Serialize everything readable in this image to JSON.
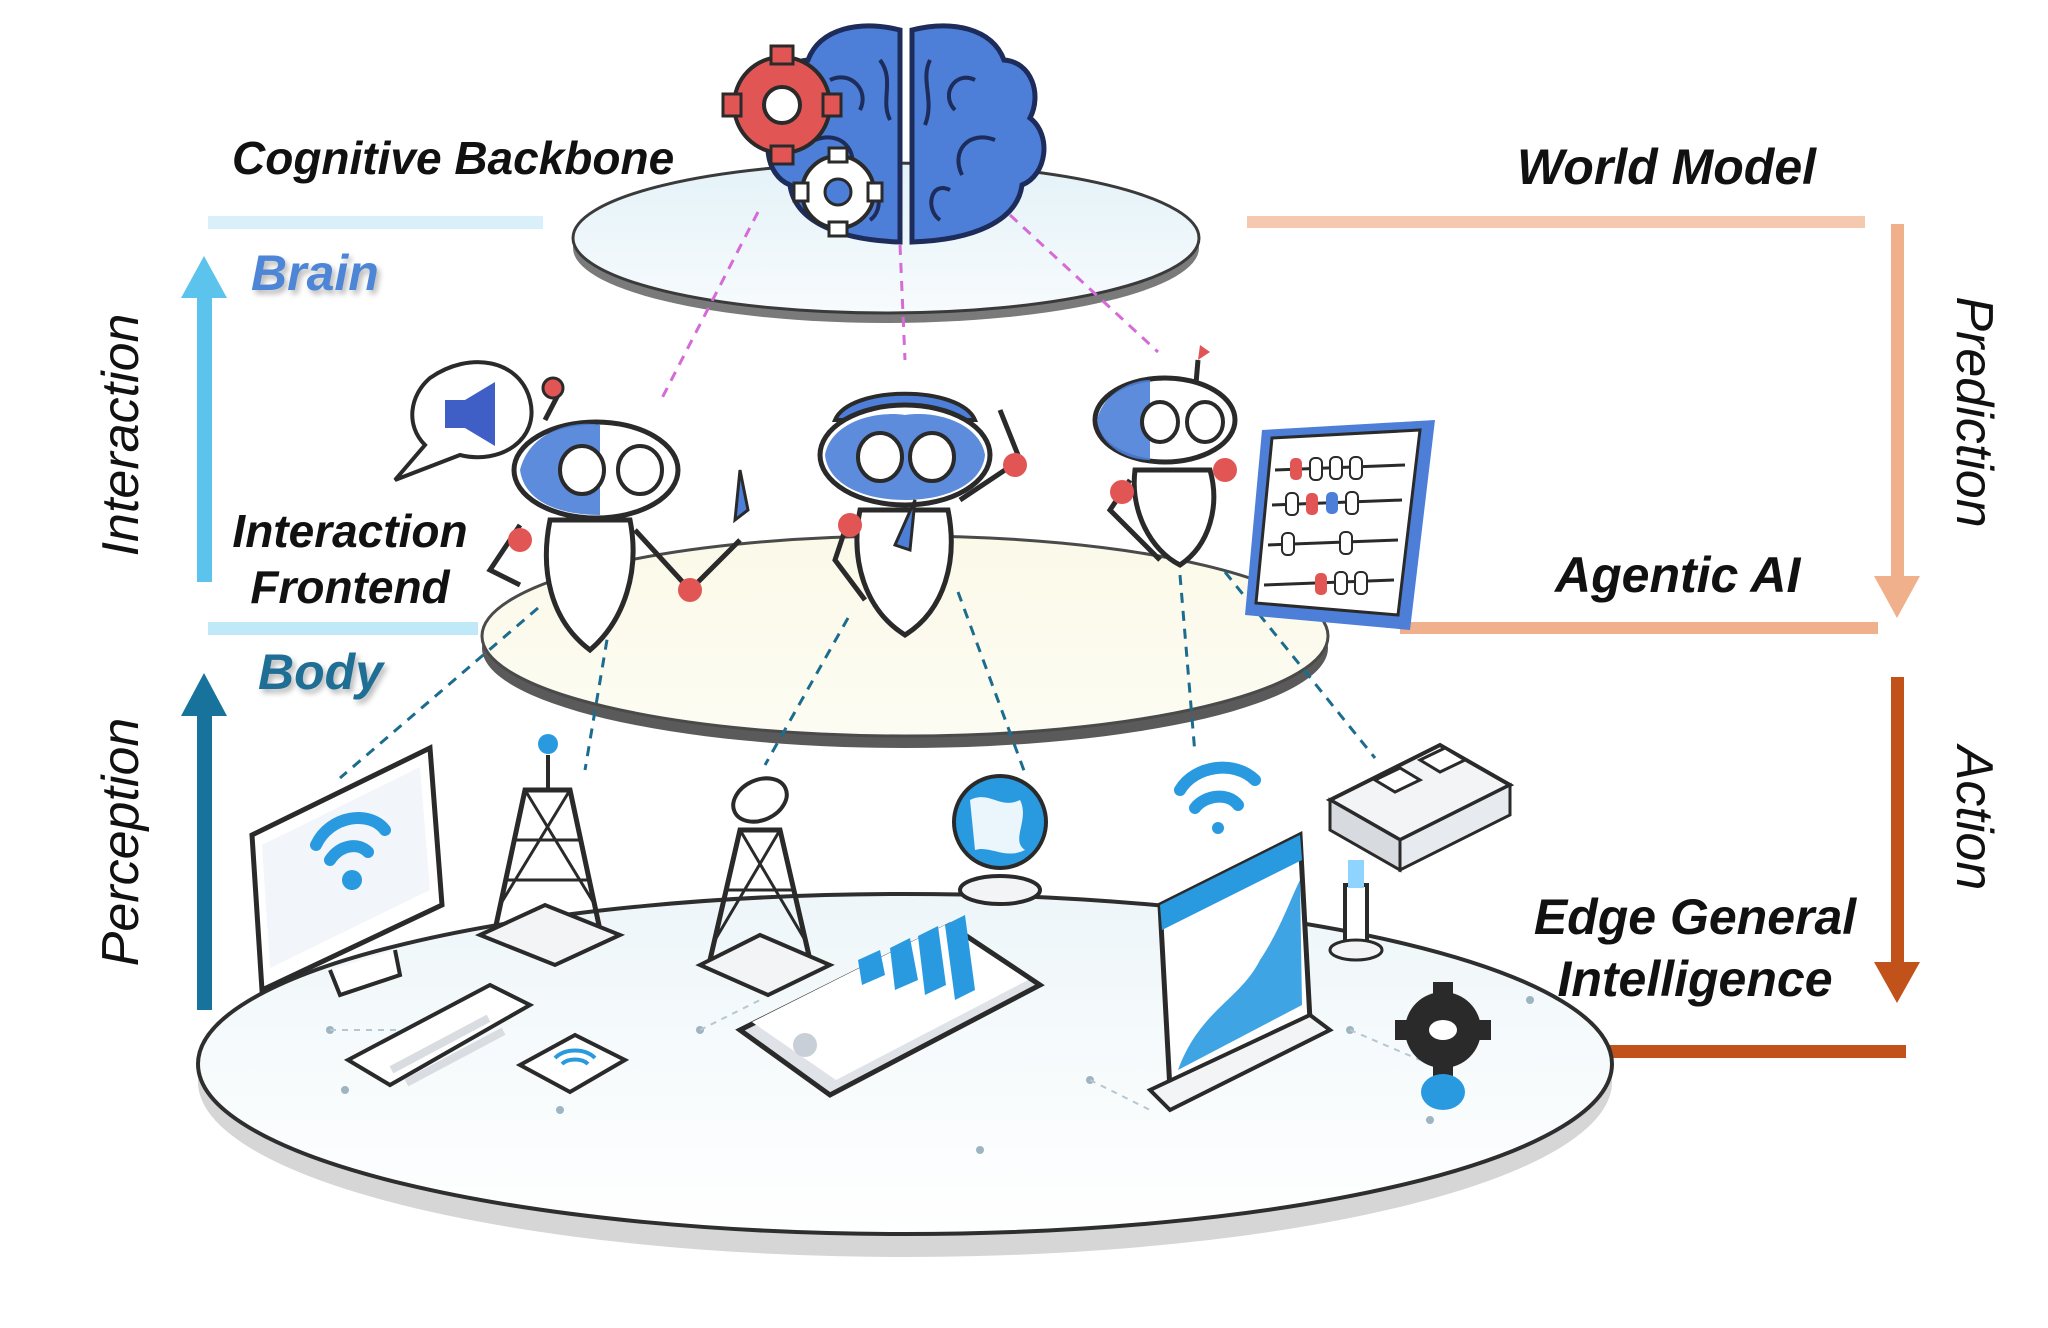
{
  "labels": {
    "cognitive_backbone": "Cognitive Backbone",
    "world_model": "World Model",
    "brain": "Brain",
    "interaction_frontend_line1": "Interaction",
    "interaction_frontend_line2": "Frontend",
    "agentic_ai": "Agentic AI",
    "body": "Body",
    "edge_general_line1": "Edge General",
    "edge_general_line2": "Intelligence"
  },
  "axes": {
    "left_upper": "Interaction",
    "left_lower": "Perception",
    "right_upper": "Prediction",
    "right_lower": "Action"
  },
  "colors": {
    "brain_blue": "#4d86d6",
    "body_teal": "#1f6e96",
    "interaction_arrow": "#5cc3ec",
    "perception_arrow": "#17739c",
    "prediction_arrow": "#f0b08c",
    "action_arrow": "#c1521a",
    "gear_red": "#e25555",
    "dash_pink": "#d46bd6",
    "dash_teal": "#1c6c8e",
    "device_blue": "#2a9ae0"
  },
  "icons": {
    "top_layer": [
      "brain-icon",
      "gear-icon"
    ],
    "middle_layer": [
      "speaker-bubble-icon",
      "robot-icon",
      "robot-thinking-icon",
      "robot-abacus-icon"
    ],
    "bottom_layer": [
      "monitor-wifi-icon",
      "keyboard-icon",
      "router-icon",
      "radio-tower-icon",
      "satellite-dish-icon",
      "smartphone-chart-icon",
      "globe-icon",
      "wifi-icon",
      "dashboard-panel-icon",
      "conveyor-icon",
      "robot-arm-icon",
      "gear-icon"
    ]
  }
}
